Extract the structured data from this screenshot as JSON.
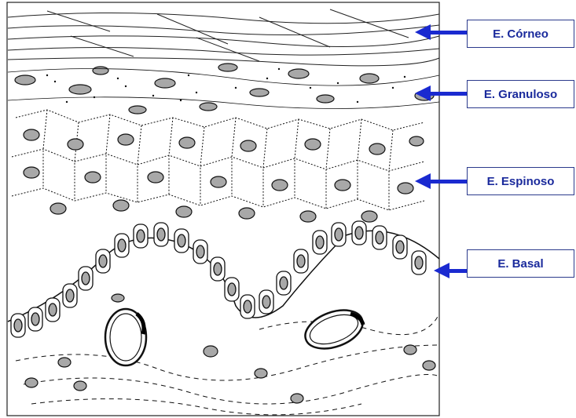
{
  "labels": {
    "corneo": "E. Córneo",
    "granuloso": "E. Granuloso",
    "espinoso": "E. Espinoso",
    "basal": "E. Basal"
  },
  "colors": {
    "arrow": "#1a2ad0",
    "label_text": "#1a2a9c",
    "nucleus": "#a8a8a8",
    "outline": "#111111"
  }
}
